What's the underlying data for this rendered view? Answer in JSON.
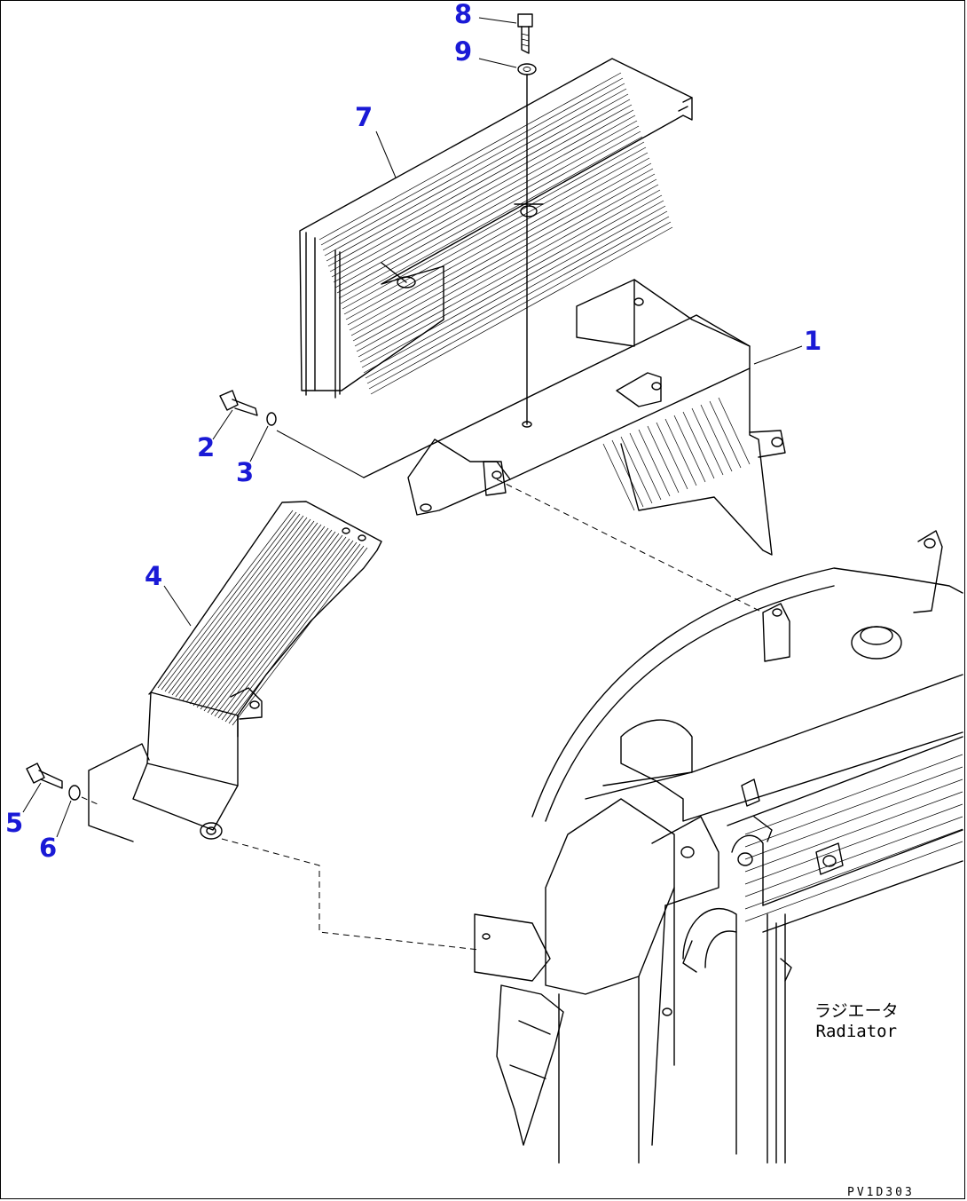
{
  "callouts": [
    {
      "id": "1",
      "label": "1"
    },
    {
      "id": "2",
      "label": "2"
    },
    {
      "id": "3",
      "label": "3"
    },
    {
      "id": "4",
      "label": "4"
    },
    {
      "id": "5",
      "label": "5"
    },
    {
      "id": "6",
      "label": "6"
    },
    {
      "id": "7",
      "label": "7"
    },
    {
      "id": "8",
      "label": "8"
    },
    {
      "id": "9",
      "label": "9"
    }
  ],
  "radiator_label": {
    "japanese": "ラジエータ",
    "english": "Radiator"
  },
  "drawing_code": "PV1D303",
  "colors": {
    "callout": "#1a1ad6",
    "line": "#000000",
    "background": "#ffffff"
  }
}
